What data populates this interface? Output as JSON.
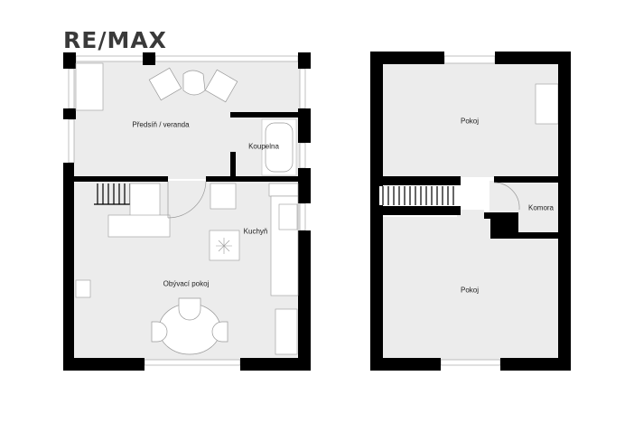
{
  "brand": {
    "logo_text": "RE/MAX",
    "logo_color": "#3a3a3a"
  },
  "colors": {
    "wall": "#000000",
    "floor": "#ececec",
    "furniture": "#ffffff",
    "line": "#9a9a9a"
  },
  "ground_floor": {
    "rooms": [
      {
        "id": "veranda",
        "label": "Předsíň / veranda"
      },
      {
        "id": "bathroom",
        "label": "Koupelna"
      },
      {
        "id": "kitchen",
        "label": "Kuchyň"
      },
      {
        "id": "living",
        "label": "Obývací pokoj"
      }
    ]
  },
  "upper_floor": {
    "rooms": [
      {
        "id": "room-top",
        "label": "Pokoj"
      },
      {
        "id": "storage",
        "label": "Komora"
      },
      {
        "id": "room-bottom",
        "label": "Pokoj"
      }
    ]
  }
}
